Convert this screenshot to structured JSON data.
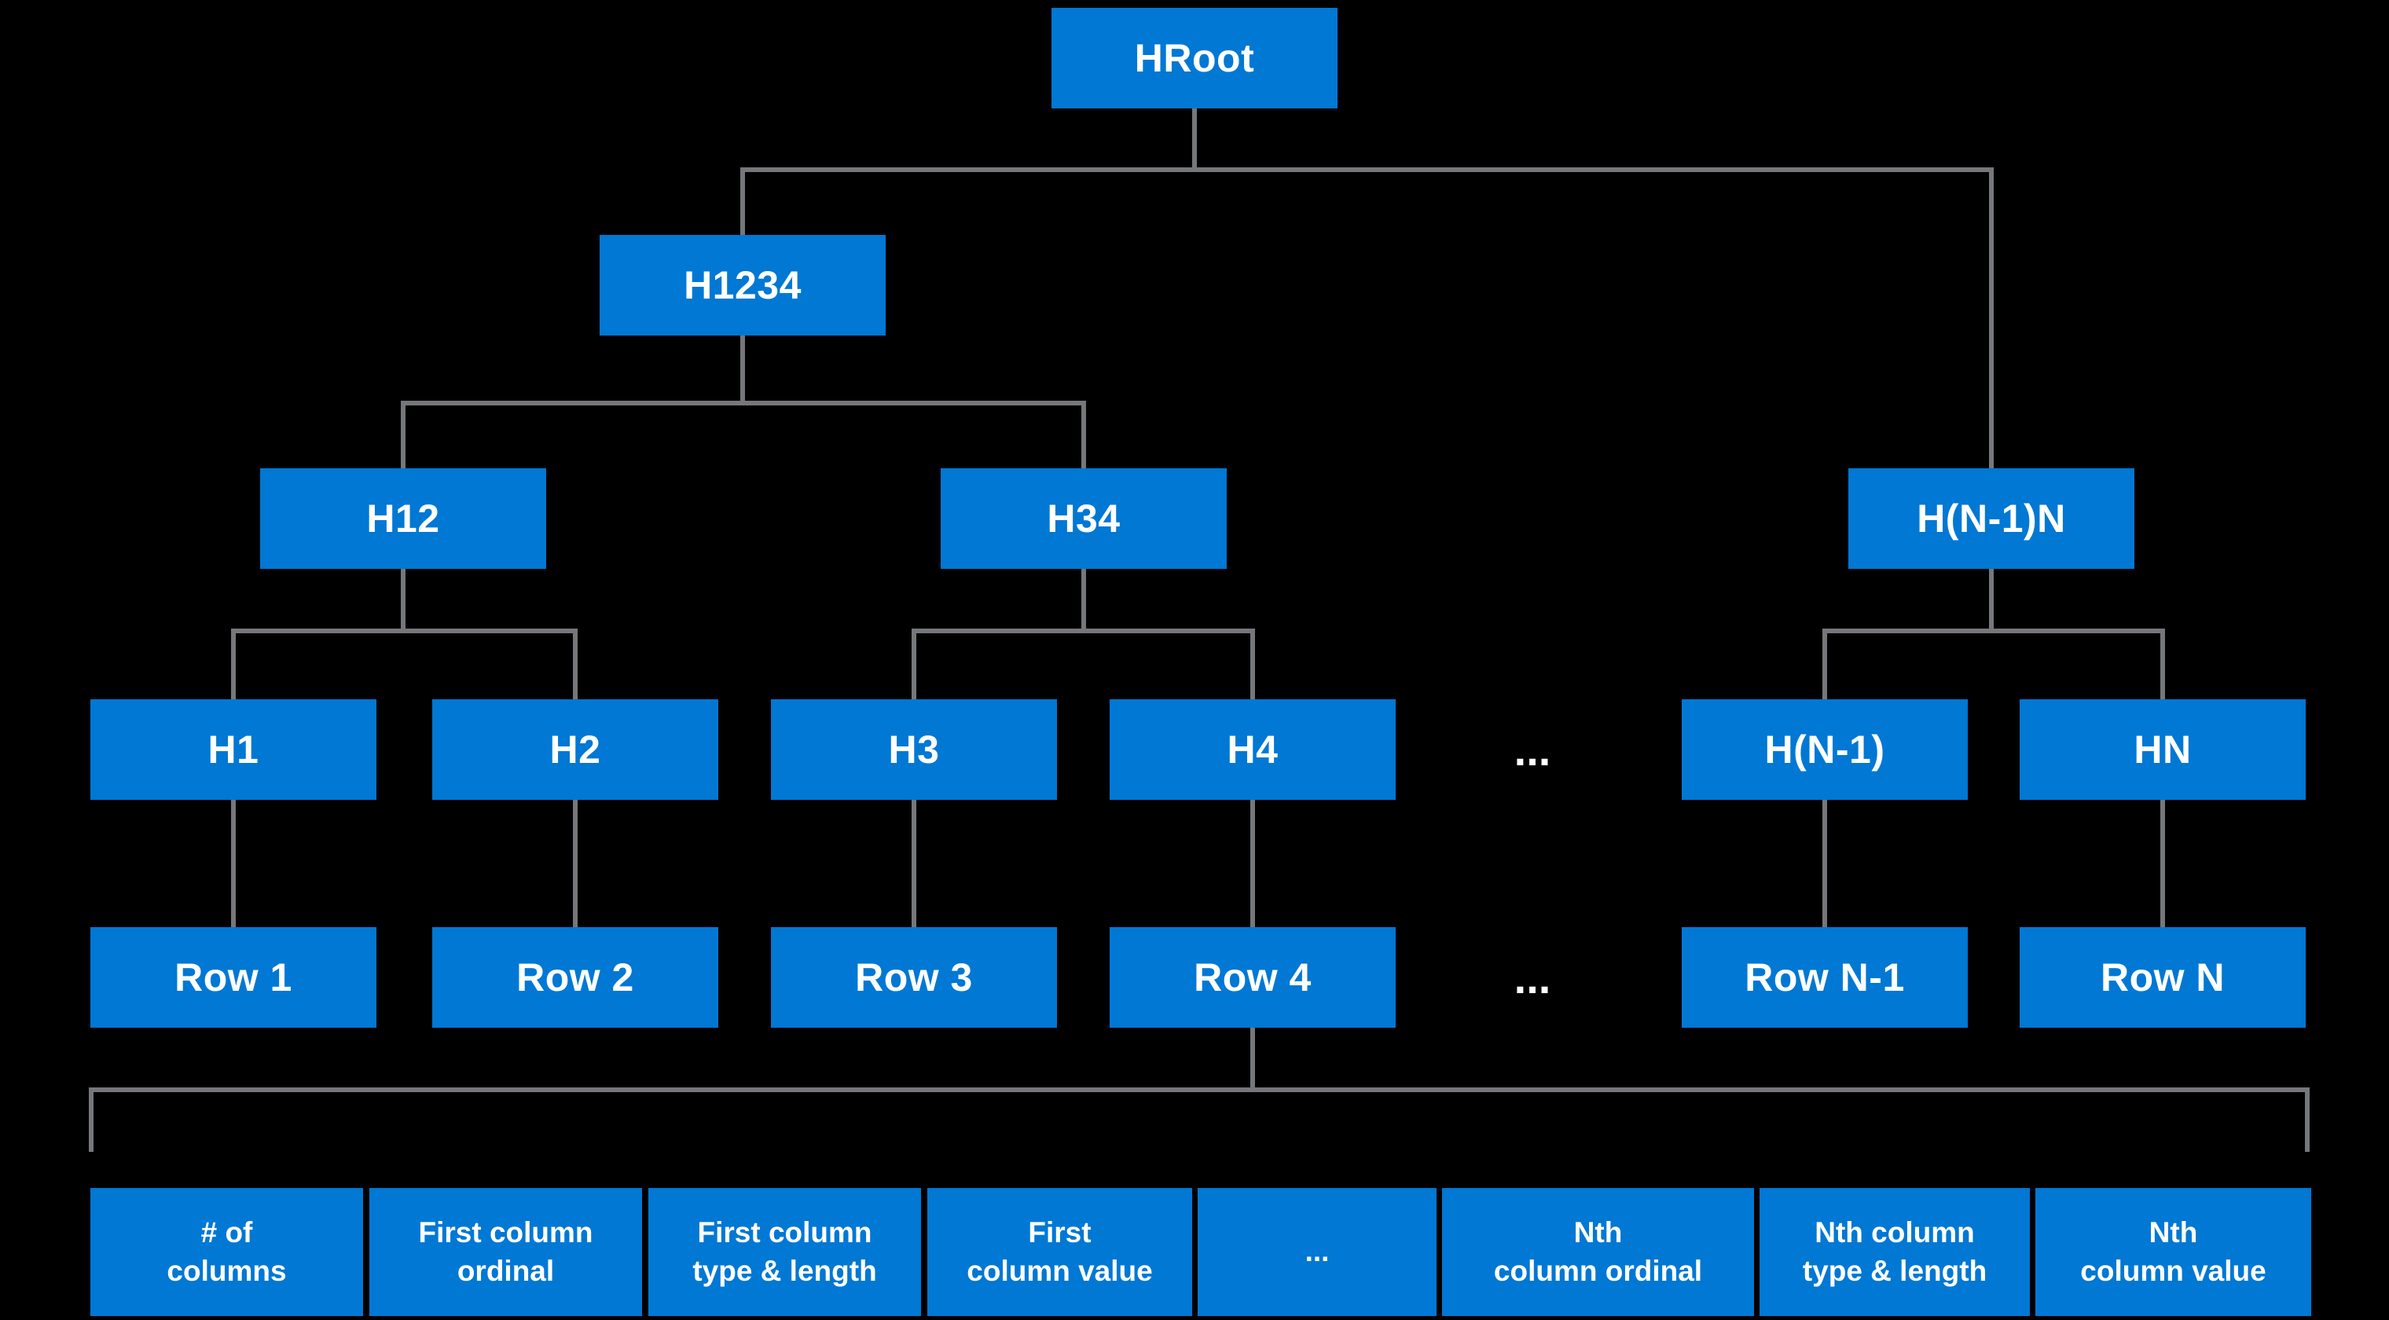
{
  "colors": {
    "background": "#000000",
    "node_fill": "#0078D4",
    "node_text": "#FFFFFF",
    "connector": "#76777B"
  },
  "tree": {
    "root": "HRoot",
    "level_1": [
      "H1234"
    ],
    "level_2": [
      "H12",
      "H34",
      "H(N-1)N"
    ],
    "level_3": [
      "H1",
      "H2",
      "H3",
      "H4",
      "H(N-1)",
      "HN"
    ],
    "level_3_ellipsis": "...",
    "level_4": [
      "Row 1",
      "Row 2",
      "Row 3",
      "Row 4",
      "Row N-1",
      "Row N"
    ],
    "level_4_ellipsis": "...",
    "row_fields_ellipsis": "..."
  },
  "row_fields": [
    "# of\ncolumns",
    "First column\nordinal",
    "First column\ntype & length",
    "First\ncolumn value",
    "...",
    "Nth\ncolumn ordinal",
    "Nth column\ntype & length",
    "Nth\ncolumn value"
  ]
}
